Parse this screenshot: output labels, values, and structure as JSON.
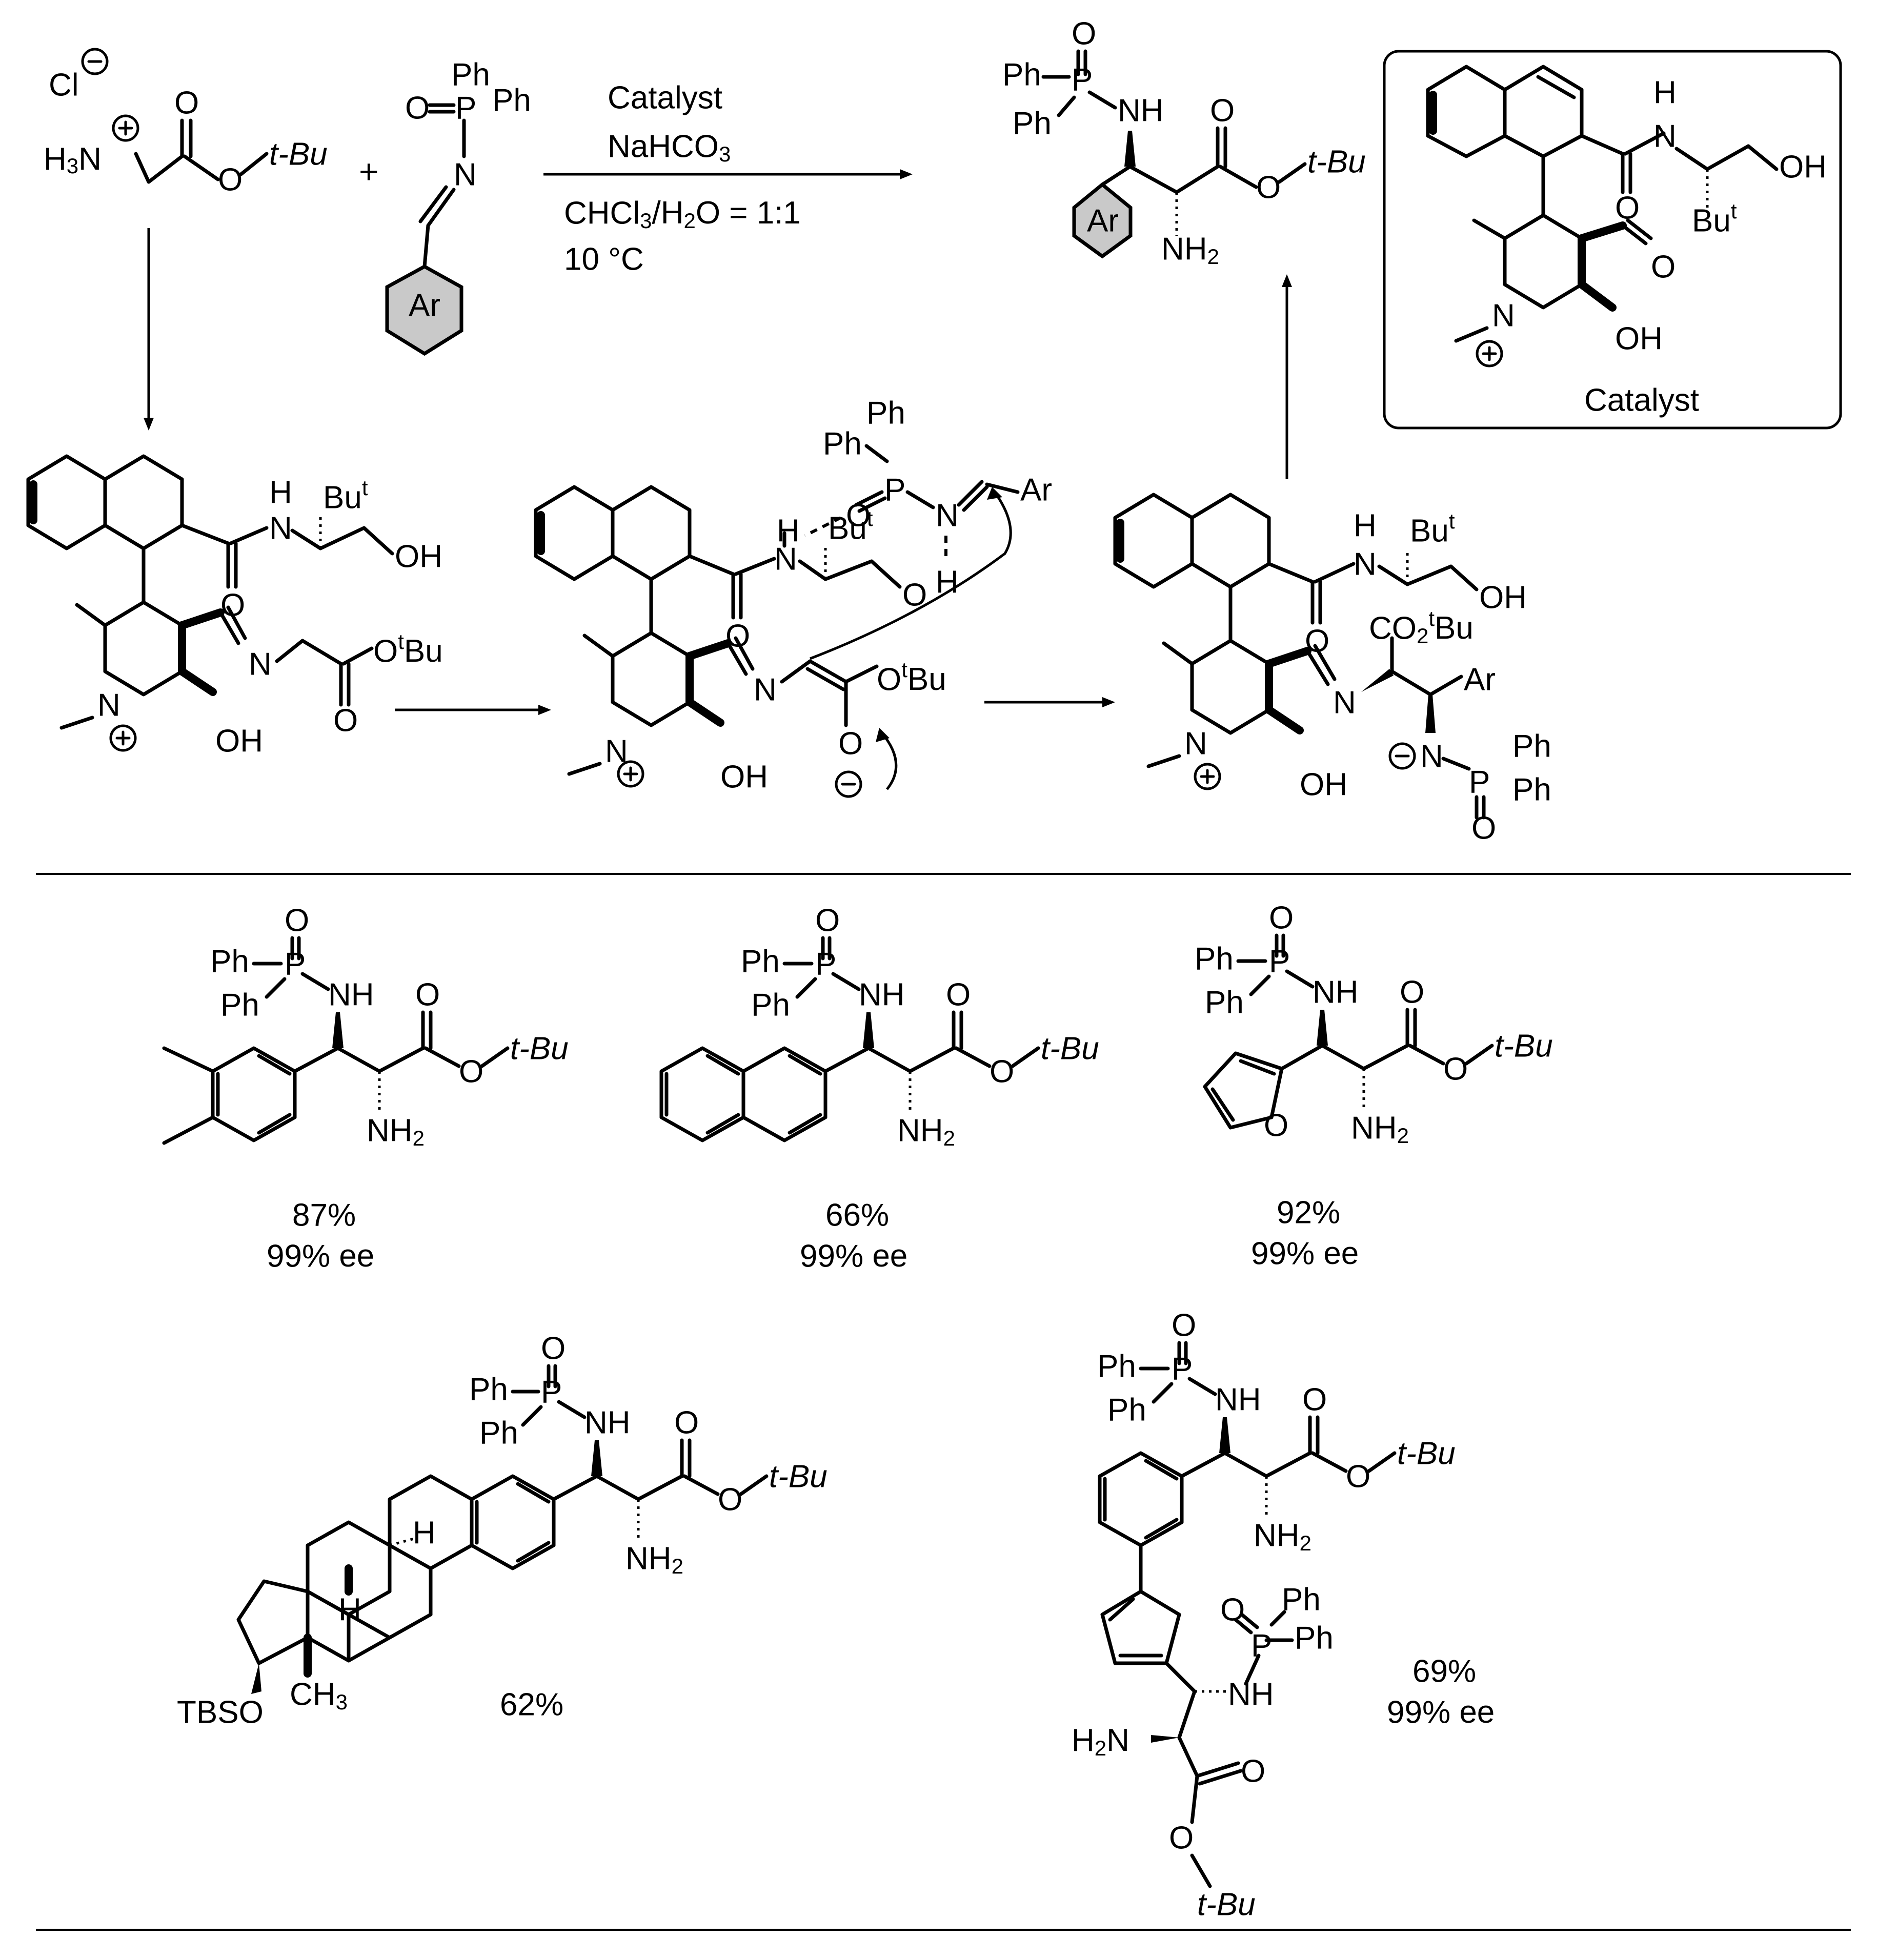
{
  "reaction": {
    "chloride": "Cl",
    "ammonium": "H3N",
    "plus": "+",
    "ester_tBu": "O",
    "tBu": "t-Bu",
    "imine_Ph1": "Ph",
    "imine_Ph2": "Ph",
    "imine_O": "O",
    "imine_P": "P",
    "imine_N": "N",
    "ar": "Ar",
    "conditions": {
      "line1": "Catalyst",
      "line2": "NaHCO3",
      "line3": "CHCl3/H2O = 1:1",
      "line4": "10 °C"
    }
  },
  "catalyst_box": {
    "label": "Catalyst",
    "N_H": "H",
    "N": "N",
    "OH": "OH",
    "But": "Bu",
    "t": "t",
    "O": "O",
    "pyN": "N",
    "phenol": "OH"
  },
  "intermediates": {
    "i1": {
      "N_H": "H",
      "N": "N",
      "But": "Bu",
      "OH": "OH",
      "imineN": "N",
      "ester": "O",
      "tBu": "Bu",
      "O": "O",
      "pyN": "N",
      "phenol": "OH"
    },
    "i2": {
      "Ph1": "Ph",
      "Ph2": "Ph",
      "P": "P",
      "O": "O",
      "N": "N",
      "Ar": "Ar",
      "H1": "H",
      "H2": "H",
      "N_amide": "N",
      "But": "Bu",
      "OH": "O",
      "imineN": "N",
      "ester": "O",
      "tBu": "Bu",
      "O_minus": "O",
      "pyN": "N",
      "phenol": "OH"
    },
    "i3": {
      "N_H": "H",
      "N": "N",
      "But": "Bu",
      "OH": "OH",
      "co2tbu": "CO2tBu",
      "imineN": "N",
      "Ar": "Ar",
      "N_minus": "N",
      "P": "P",
      "Ph1": "Ph",
      "Ph2": "Ph",
      "O": "O",
      "pyN": "N",
      "phenol": "OH"
    }
  },
  "products": [
    {
      "yield": "87%",
      "ee": "99% ee",
      "substituent": "3,4-dimethylphenyl"
    },
    {
      "yield": "66%",
      "ee": "99% ee",
      "substituent": "2-naphthyl"
    },
    {
      "yield": "92%",
      "ee": "99% ee",
      "substituent": "2-furyl"
    },
    {
      "yield": "62%",
      "ee": "",
      "substituent": "estrone-derived"
    },
    {
      "yield": "69%",
      "ee": "99% ee",
      "substituent": "bis-adduct"
    }
  ],
  "common_labels": {
    "Ph": "Ph",
    "P": "P",
    "O": "O",
    "NH": "NH",
    "NH2": "NH2",
    "tBu": "t-Bu",
    "TBSO": "TBSO",
    "CH3": "CH3",
    "H": "H",
    "H2N": "H2N"
  }
}
